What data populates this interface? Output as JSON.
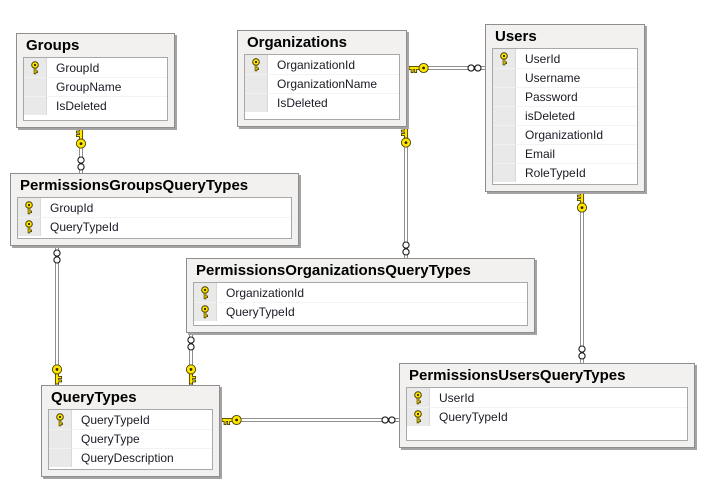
{
  "diagram": {
    "tables": [
      {
        "name": "Groups",
        "columns": [
          {
            "name": "GroupId",
            "key": true
          },
          {
            "name": "GroupName",
            "key": false
          },
          {
            "name": "IsDeleted",
            "key": false
          }
        ]
      },
      {
        "name": "Organizations",
        "columns": [
          {
            "name": "OrganizationId",
            "key": true
          },
          {
            "name": "OrganizationName",
            "key": false
          },
          {
            "name": "IsDeleted",
            "key": false
          }
        ]
      },
      {
        "name": "Users",
        "columns": [
          {
            "name": "UserId",
            "key": true
          },
          {
            "name": "Username",
            "key": false
          },
          {
            "name": "Password",
            "key": false
          },
          {
            "name": "isDeleted",
            "key": false
          },
          {
            "name": "OrganizationId",
            "key": false
          },
          {
            "name": "Email",
            "key": false
          },
          {
            "name": "RoleTypeId",
            "key": false
          }
        ]
      },
      {
        "name": "PermissionsGroupsQueryTypes",
        "columns": [
          {
            "name": "GroupId",
            "key": true
          },
          {
            "name": "QueryTypeId",
            "key": true
          }
        ]
      },
      {
        "name": "PermissionsOrganizationsQueryTypes",
        "columns": [
          {
            "name": "OrganizationId",
            "key": true
          },
          {
            "name": "QueryTypeId",
            "key": true
          }
        ]
      },
      {
        "name": "PermissionsUsersQueryTypes",
        "columns": [
          {
            "name": "UserId",
            "key": true
          },
          {
            "name": "QueryTypeId",
            "key": true
          }
        ]
      },
      {
        "name": "QueryTypes",
        "columns": [
          {
            "name": "QueryTypeId",
            "key": true
          },
          {
            "name": "QueryType",
            "key": false
          },
          {
            "name": "QueryDescription",
            "key": false
          }
        ]
      }
    ],
    "relationships": [
      {
        "one": "Groups",
        "many": "PermissionsGroupsQueryTypes"
      },
      {
        "one": "Organizations",
        "many": "Users"
      },
      {
        "one": "Organizations",
        "many": "PermissionsOrganizationsQueryTypes"
      },
      {
        "one": "Users",
        "many": "PermissionsUsersQueryTypes"
      },
      {
        "one": "QueryTypes",
        "many": "PermissionsGroupsQueryTypes"
      },
      {
        "one": "QueryTypes",
        "many": "PermissionsOrganizationsQueryTypes"
      },
      {
        "one": "QueryTypes",
        "many": "PermissionsUsersQueryTypes"
      }
    ],
    "icons": {
      "primary_key": "key-icon",
      "many_end": "infinity-icon"
    },
    "colors": {
      "key_yellow": "#ffe600",
      "table_fill": "#f2f1f0",
      "table_border": "#8e8e8e",
      "line_gray": "#8f8f8f",
      "background": "#ffffff"
    }
  }
}
